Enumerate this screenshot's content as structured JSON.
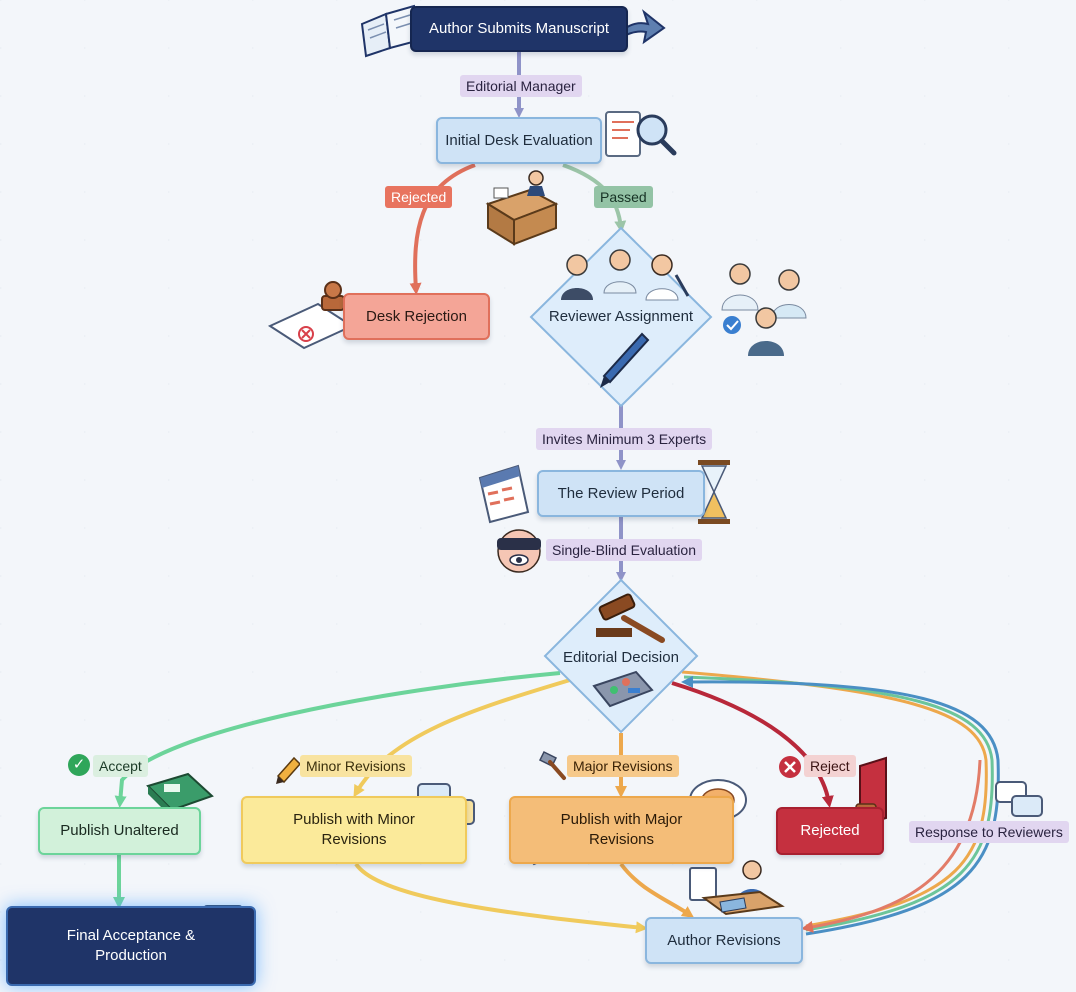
{
  "nodes": {
    "submit": "Author Submits Manuscript",
    "desk_eval": "Initial Desk Evaluation",
    "desk_rejection": "Desk Rejection",
    "reviewer_assignment": "Reviewer Assignment",
    "review_period": "The Review Period",
    "editorial_decision": "Editorial Decision",
    "publish_unaltered": "Publish Unaltered",
    "publish_minor_1": "Publish with Minor",
    "publish_minor_2": "Revisions",
    "publish_major_1": "Publish with Major",
    "publish_major_2": "Revisions",
    "rejected": "Rejected",
    "final_1": "Final Acceptance &",
    "final_2": "Production",
    "author_revisions": "Author Revisions"
  },
  "labels": {
    "editorial_manager": "Editorial Manager",
    "rejected": "Rejected",
    "passed": "Passed",
    "invites": "Invites Minimum 3 Experts",
    "single_blind": "Single-Blind Evaluation",
    "accept": "Accept",
    "minor": "Minor Revisions",
    "major": "Major Revisions",
    "reject": "Reject",
    "response": "Response to Reviewers"
  },
  "colors": {
    "navy": "#1f3468",
    "blue": "#cfe3f6",
    "red": "#f4a597",
    "green": "#d2f1da",
    "yellow": "#fbea9a",
    "orange": "#f4bd78",
    "crimson": "#c5303f",
    "purple_line": "#8f93c8"
  }
}
